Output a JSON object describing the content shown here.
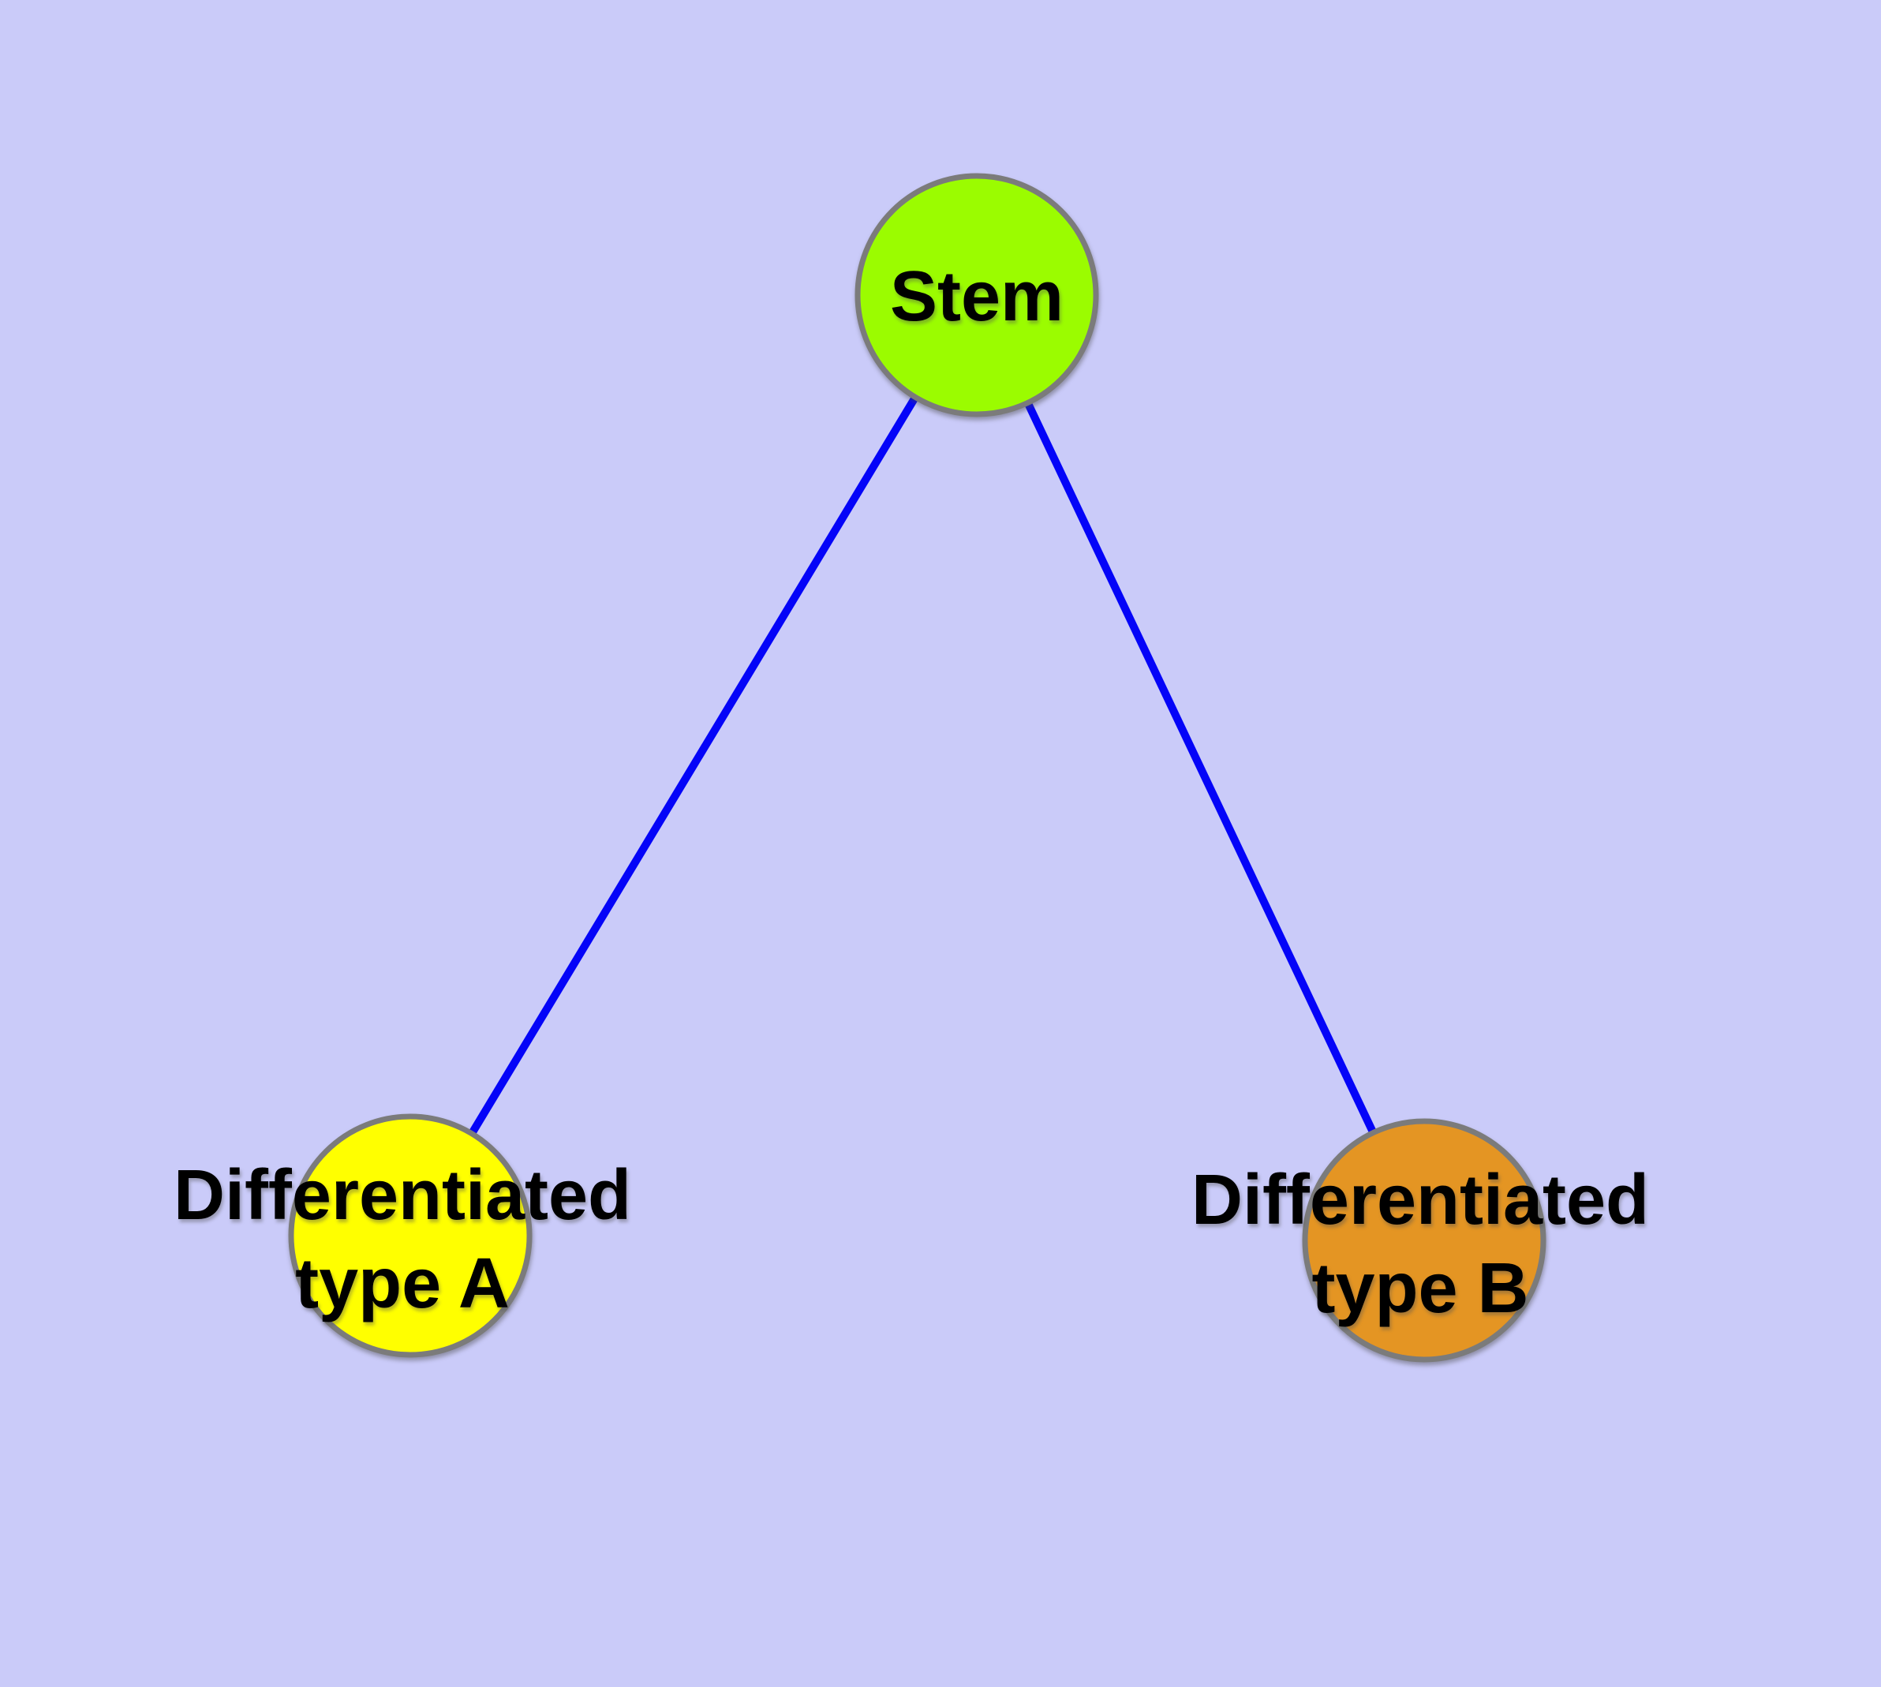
{
  "diagram": {
    "background_color": "#CACBF9",
    "node_border_color": "#7B7B7B",
    "label_color": "#000000",
    "nodes": [
      {
        "id": "stem",
        "label": "Stem",
        "fill": "#9BFC00"
      },
      {
        "id": "differentiated-type-a",
        "label": "Differentiated type A",
        "label_lines": [
          "Differentiated",
          "type A"
        ],
        "fill": "#FFFF00"
      },
      {
        "id": "differentiated-type-b",
        "label": "Differentiated type B",
        "label_lines": [
          "Differentiated",
          "type B"
        ],
        "fill": "#E49523"
      }
    ],
    "edges": [
      {
        "from": "stem",
        "to": "differentiated-type-a",
        "color": "#0404F8"
      },
      {
        "from": "stem",
        "to": "differentiated-type-b",
        "color": "#0404F8"
      }
    ]
  }
}
